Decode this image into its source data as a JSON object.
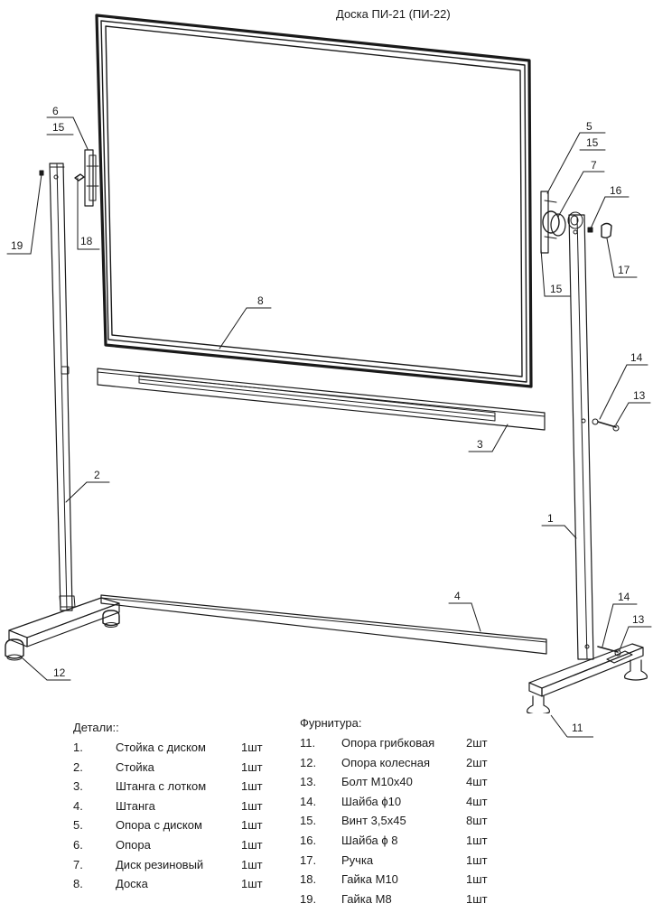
{
  "title": "Доска ПИ-21 (ПИ-22)",
  "callouts": [
    "1",
    "2",
    "3",
    "4",
    "5",
    "6",
    "7",
    "8",
    "11",
    "12",
    "13",
    "14",
    "15",
    "16",
    "17",
    "18",
    "19"
  ],
  "details": {
    "header": "Детали::",
    "items": [
      {
        "num": "1.",
        "name": "Стойка с диском",
        "qty": "1шт"
      },
      {
        "num": "2.",
        "name": "Стойка",
        "qty": "1шт"
      },
      {
        "num": "3.",
        "name": "Штанга с лотком",
        "qty": "1шт"
      },
      {
        "num": "4.",
        "name": "Штанга",
        "qty": "1шт"
      },
      {
        "num": "5.",
        "name": "Опора с диском",
        "qty": "1шт"
      },
      {
        "num": "6.",
        "name": "Опора",
        "qty": "1шт"
      },
      {
        "num": "7.",
        "name": "Диск резиновый",
        "qty": "1шт"
      },
      {
        "num": "8.",
        "name": "Доска",
        "qty": "1шт"
      }
    ]
  },
  "fittings": {
    "header": "Фурнитура:",
    "items": [
      {
        "num": "11.",
        "name": "Опора грибковая",
        "qty": "2шт"
      },
      {
        "num": "12.",
        "name": "Опора колесная",
        "qty": "2шт"
      },
      {
        "num": "13.",
        "name": "Болт М10х40",
        "qty": "4шт"
      },
      {
        "num": "14.",
        "name": "Шайба ϕ10",
        "qty": "4шт"
      },
      {
        "num": "15.",
        "name": "Винт 3,5х45",
        "qty": "8шт"
      },
      {
        "num": "16.",
        "name": "Шайба ϕ 8",
        "qty": "1шт"
      },
      {
        "num": "17.",
        "name": "Ручка",
        "qty": "1шт"
      },
      {
        "num": "18.",
        "name": "Гайка М10",
        "qty": "1шт"
      },
      {
        "num": "19.",
        "name": "Гайка М8",
        "qty": "1шт"
      }
    ]
  }
}
